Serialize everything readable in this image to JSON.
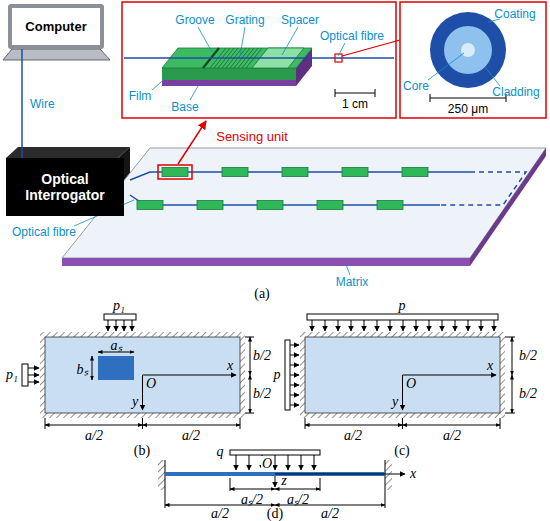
{
  "diagram": {
    "nodes": [
      {
        "text": [
          "Computer"
        ]
      },
      {
        "text": [
          "Optical Interrogator"
        ]
      }
    ],
    "edges": [
      {
        "from": 0,
        "to": 1,
        "arrow": "none",
        "label": "Wire"
      }
    ],
    "labels": [
      "Groove",
      "Grating",
      "Spacer",
      "Optical fibre",
      "Film",
      "Base",
      "1 cm",
      "Coating",
      "Core",
      "Cladding",
      "250 μm",
      "Sensing unit",
      "Optical fibre",
      "Matrix",
      "(a)",
      "p₁",
      "p₁",
      "aₛ",
      "bₛ",
      "O",
      "x",
      "y",
      "b/2",
      "b/2",
      "a/2",
      "a/2",
      "(b)",
      "p",
      "p",
      "b/2",
      "b/2",
      "O",
      "x",
      "y",
      "a/2",
      "a/2",
      "(c)",
      "q",
      "O",
      "x",
      "z",
      "aₛ/2",
      "aₛ/2",
      "a/2",
      "a/2",
      "(d)"
    ]
  }
}
